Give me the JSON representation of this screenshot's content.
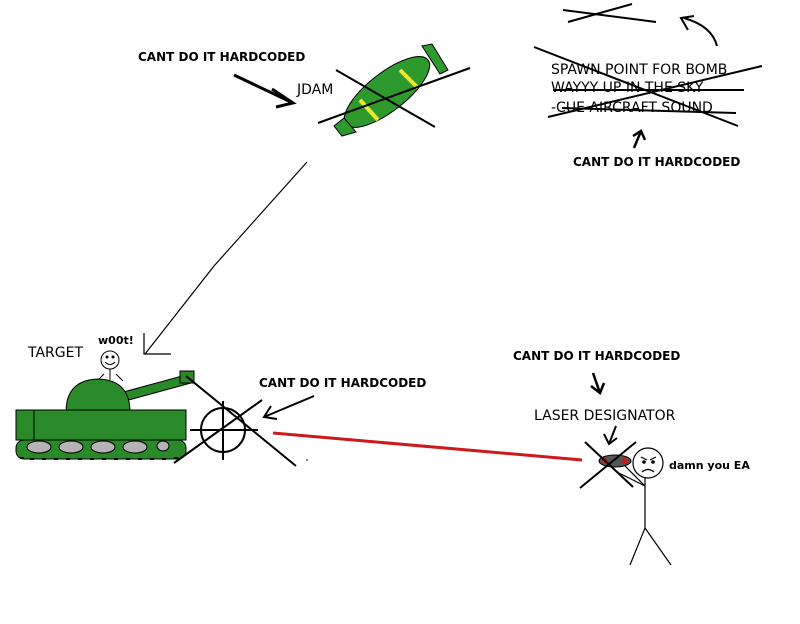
{
  "labels": {
    "note_jdam": "CANT DO IT HARDCODED",
    "jdam": "JDAM",
    "spawn_line1": "SPAWN POINT FOR BOMB",
    "spawn_line2": "WAYYY UP IN THE SKY",
    "spawn_line3": "-CUE AIRCRAFT SOUND",
    "note_spawn": "CANT DO IT HARDCODED",
    "target": "TARGET",
    "woot": "w00t!",
    "note_crosshair": "CANT DO IT HARDCODED",
    "note_laser": "CANT DO IT HARDCODED",
    "laser_designator": "LASER DESIGNATOR",
    "damn_you": "damn you EA"
  },
  "colors": {
    "tank_green": "#2a8a2a",
    "bomb_green": "#2e9a2e",
    "bomb_stripe": "#e8e832",
    "laser_red": "#cc1a1a",
    "wheel_gray": "#b4b4b4"
  }
}
